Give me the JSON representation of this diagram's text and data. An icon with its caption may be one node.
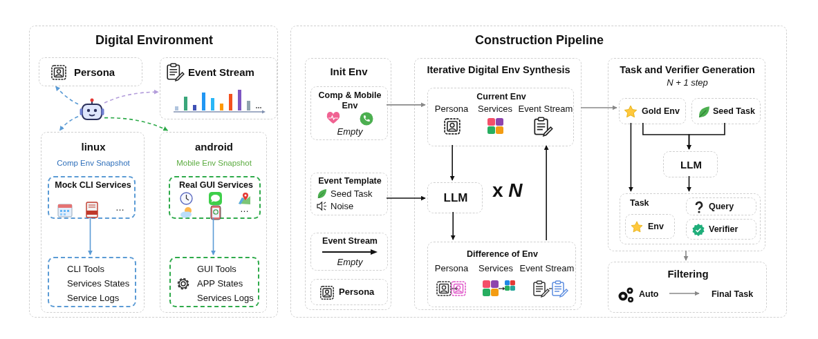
{
  "diagram": {
    "nodes": [
      {
        "text": [
          "Digital Environment"
        ]
      },
      {
        "text": [
          "Persona"
        ],
        "in": 0
      },
      {
        "text": [
          "Event Stream"
        ],
        "in": 0
      },
      {
        "text": [],
        "shape": "robot",
        "in": 0
      },
      {
        "text": [
          "linux",
          "Comp Env Snapshot"
        ],
        "in": 0
      },
      {
        "text": [
          "Mock CLI Services",
          "…"
        ],
        "in": 4
      },
      {
        "text": [
          "CLI Tools",
          "Services States",
          "Service Logs"
        ],
        "in": 4
      },
      {
        "text": [
          "android",
          "Mobile Env Snapshot"
        ],
        "in": 0
      },
      {
        "text": [
          "Real GUI Services",
          "…"
        ],
        "in": 7
      },
      {
        "text": [
          "GUI Tools",
          "APP States",
          "Services Logs"
        ],
        "in": 7
      },
      {
        "text": [
          "Construction Pipeline"
        ]
      },
      {
        "text": [
          "Init Env"
        ],
        "in": 10
      },
      {
        "text": [
          "Comp & Mobile Env",
          "Empty"
        ],
        "in": 11
      },
      {
        "text": [
          "Event Template",
          "Seed Task",
          "Noise"
        ],
        "in": 11
      },
      {
        "text": [
          "Event Stream",
          "Empty"
        ],
        "in": 11
      },
      {
        "text": [
          "Persona"
        ],
        "in": 11
      },
      {
        "text": [
          "Iterative Digital Env Synthesis"
        ],
        "in": 10
      },
      {
        "text": [
          "Current Env",
          "Persona",
          "Services",
          "Event Stream"
        ],
        "in": 16
      },
      {
        "text": [
          "LLM"
        ],
        "in": 16
      },
      {
        "text": [
          "Difference of Env",
          "Persona",
          "Services",
          "Event Stream"
        ],
        "in": 16
      },
      {
        "text": [
          "Task and Verifier Generation",
          "N + 1 step"
        ],
        "in": 10
      },
      {
        "text": [
          "Gold Env"
        ],
        "in": 20
      },
      {
        "text": [
          "Seed Task"
        ],
        "in": 20
      },
      {
        "text": [
          "LLM"
        ],
        "in": 20
      },
      {
        "text": [
          "Task"
        ],
        "in": 20
      },
      {
        "text": [
          "Env"
        ],
        "in": 24
      },
      {
        "text": [
          "Query"
        ],
        "in": 24
      },
      {
        "text": [
          "Verifier"
        ],
        "in": 24
      },
      {
        "text": [
          "Filtering"
        ],
        "in": 10
      },
      {
        "text": [
          "Auto"
        ],
        "in": 28
      },
      {
        "text": [
          "Final Task"
        ],
        "in": 28
      }
    ],
    "edges": [
      {
        "from": 3,
        "to": 1,
        "arrow": "to",
        "style": "dashed",
        "color": "#5b9bd5"
      },
      {
        "from": 3,
        "to": 2,
        "arrow": "to",
        "style": "dashed",
        "color": "#b39ddb"
      },
      {
        "from": 3,
        "to": 4,
        "arrow": "to",
        "style": "dashed",
        "color": "#5b9bd5"
      },
      {
        "from": 3,
        "to": 7,
        "arrow": "to",
        "style": "dashed",
        "color": "#2eaa4a"
      },
      {
        "from": 5,
        "to": 6,
        "arrow": "to",
        "color": "#5b9bd5"
      },
      {
        "from": 8,
        "to": 9,
        "arrow": "to",
        "color": "#5b9bd5"
      },
      {
        "from": 12,
        "to": 17,
        "arrow": "to",
        "color": "#888888"
      },
      {
        "from": 17,
        "to": 18,
        "arrow": "to"
      },
      {
        "from": 13,
        "to": 18,
        "arrow": "to"
      },
      {
        "from": 18,
        "to": 19,
        "arrow": "to"
      },
      {
        "from": 19,
        "to": 17,
        "arrow": "to"
      },
      {
        "from": 16,
        "to": 21,
        "arrow": "to",
        "color": "#888888"
      },
      {
        "from": 21,
        "to": 23,
        "arrow": "to"
      },
      {
        "from": 22,
        "to": 23,
        "arrow": "to"
      },
      {
        "from": 21,
        "to": 24,
        "arrow": "to"
      },
      {
        "from": 23,
        "to": 24,
        "arrow": "to"
      },
      {
        "from": 20,
        "to": 28,
        "arrow": "to",
        "color": "#888888"
      },
      {
        "from": 29,
        "to": 30,
        "arrow": "to",
        "color": "#888888"
      }
    ],
    "labels": [
      "x *N*"
    ]
  }
}
